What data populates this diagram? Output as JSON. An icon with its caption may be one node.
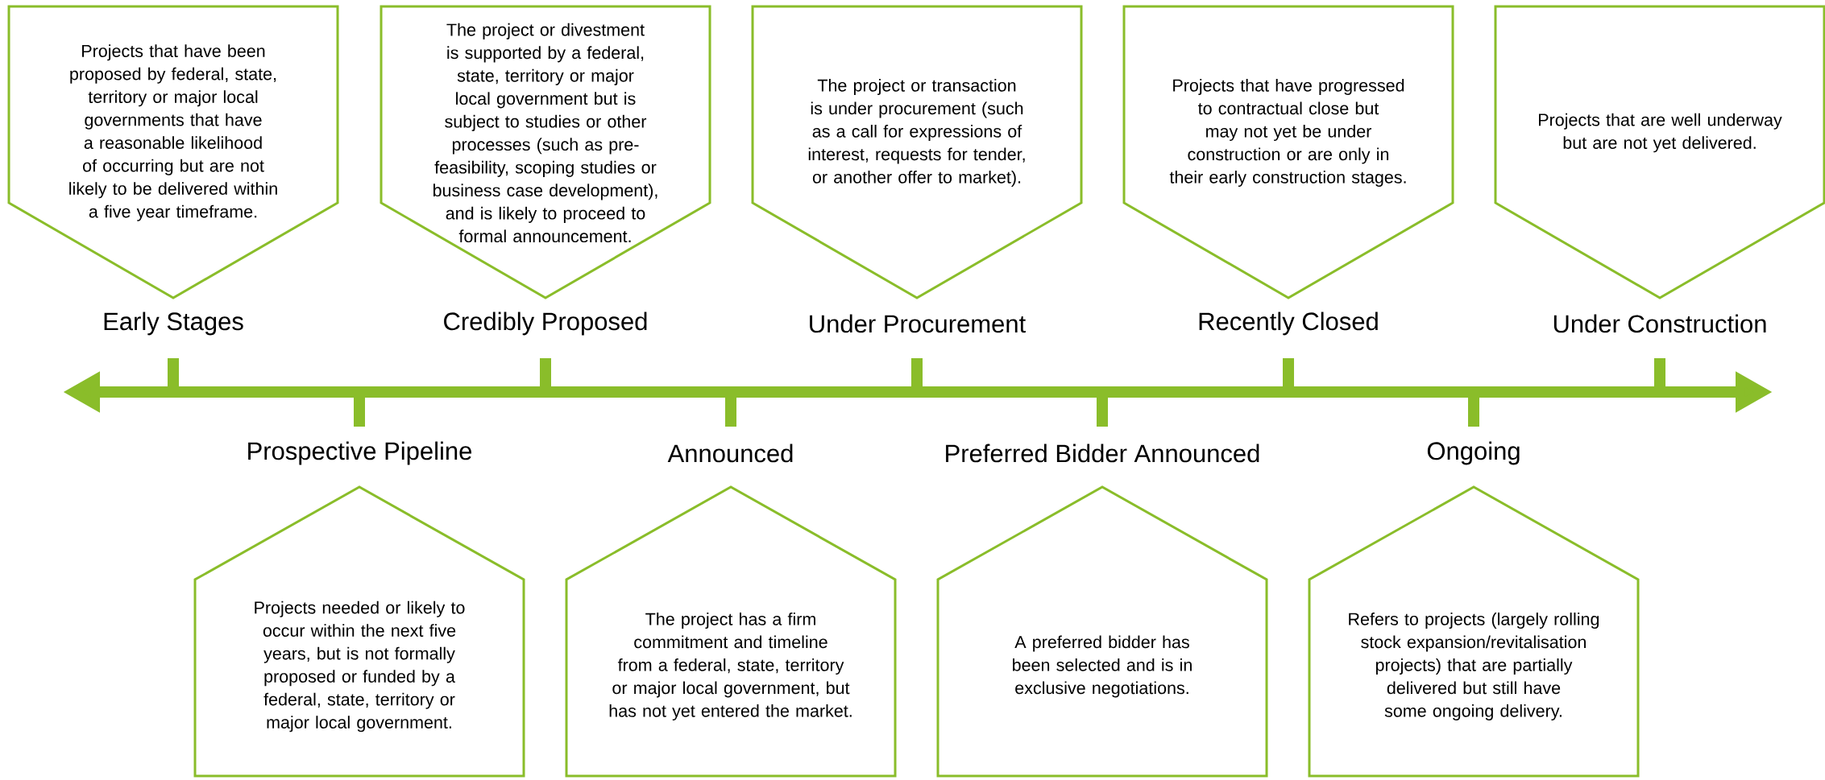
{
  "diagram": {
    "nodes": [
      {
        "text": [
          "Projects that have been proposed by federal, state, territory or major local governments that have a reasonable likelihood of occurring but are not likely to be delivered within a five year timeframe.",
          "Early Stages"
        ]
      },
      {
        "text": [
          "Prospective Pipeline",
          "Projects needed or likely to occur within the next five years, but is not formally proposed or funded by a federal,  state, territory or major local government."
        ]
      },
      {
        "text": [
          "The project or divestment is supported by a federal, state, territory or major local government but is subject to studies or other processes (such as pre-feasibility, scoping studies or business case development), and is likely to proceed to formal announcement.",
          "Credibly Proposed"
        ]
      },
      {
        "text": [
          "Announced",
          "The project has a firm commitment and timeline from a federal, state, territory or major local government, but has not yet entered the market."
        ]
      },
      {
        "text": [
          "The project or transaction is under procurement (such as a call for expressions of interest, requests for tender, or another offer to market).",
          "Under Procurement"
        ]
      },
      {
        "text": [
          "Preferred Bidder Announced",
          "A preferred bidder has been selected and is in exclusive negotiations."
        ]
      },
      {
        "text": [
          "Projects that have progressed to contractual close but may not yet be under construction or are only in their early construction stages.",
          "Recently Closed"
        ]
      },
      {
        "text": [
          "Ongoing",
          "Refers to projects (largely rolling stock expansion/revitalisation projects) that are partially delivered but still have some ongoing delivery."
        ]
      },
      {
        "text": [
          "Projects that are well underway but are not yet delivered.",
          "Under Construction"
        ]
      }
    ]
  }
}
